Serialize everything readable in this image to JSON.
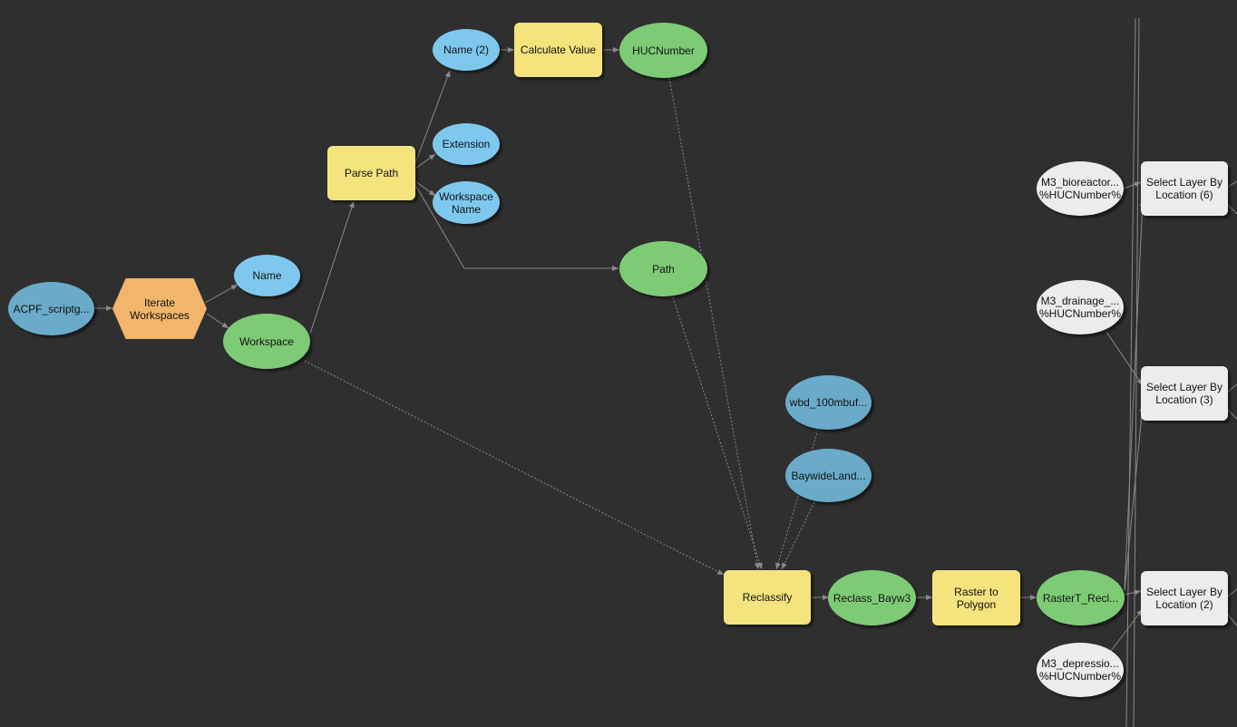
{
  "nodes": {
    "acpf": "ACPF_scriptg...",
    "iterate": "Iterate\nWorkspaces",
    "name": "Name",
    "workspace": "Workspace",
    "parse_path": "Parse Path",
    "name2": "Name (2)",
    "calculate_value": "Calculate Value",
    "hucnumber": "HUCNumber",
    "extension": "Extension",
    "workspace_name": "Workspace\nName",
    "path": "Path",
    "wbd": "wbd_100mbuf...",
    "baywide": "BaywideLand...",
    "reclassify": "Reclassify",
    "reclass_bayw3": "Reclass_Bayw3",
    "raster_to_polygon": "Raster to\nPolygon",
    "rastert": "RasterT_Recl...",
    "m3_bioreactor": "M3_bioreactor...\n%HUCNumber%",
    "m3_drainage": "M3_drainage_...\n%HUCNumber%",
    "m3_depression": "M3_depressio...\n%HUCNumber%",
    "select6": "Select Layer By\nLocation (6)",
    "select3": "Select Layer By\nLocation (3)",
    "select2": "Select Layer By\nLocation (2)"
  },
  "colors": {
    "background": "#2f2f2f",
    "variable_input": "#6aabca",
    "variable_derived": "#7ec8ee",
    "output": "#7ecb76",
    "tool": "#f5e37e",
    "iterator": "#f2b56c",
    "inactive": "#ececec",
    "connector": "#8a8a8a"
  }
}
